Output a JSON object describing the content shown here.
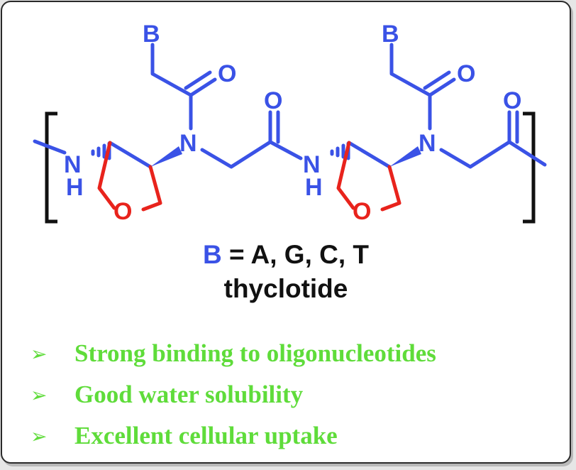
{
  "structure": {
    "base_label": "B",
    "oxygen_label": "O",
    "nitrogen_label": "N",
    "amide_n_label": "N",
    "hydrogen_label": "H",
    "colors": {
      "backbone": "#3a52e6",
      "ring": "#e8231c"
    }
  },
  "legend": {
    "base_symbol": "B",
    "base_values": " = A, G, C, T",
    "name": "thyclotide"
  },
  "bullets": {
    "marker": "➢",
    "color": "#5fdc3a",
    "items": [
      "Strong binding to oligonucleotides",
      "Good water solubility",
      "Excellent cellular uptake"
    ]
  }
}
